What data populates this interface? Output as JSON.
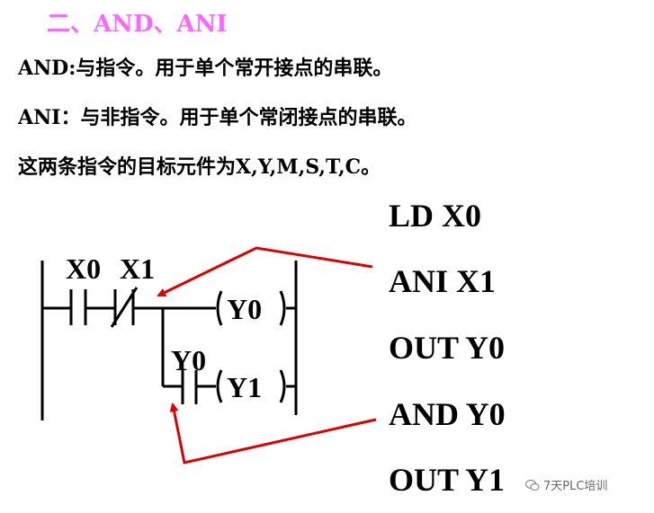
{
  "heading": "二、AND、ANI",
  "lines": [
    "AND:与指令。用于单个常开接点的串联。",
    "ANI：与非指令。用于单个常闭接点的串联。",
    "这两条指令的目标元件为X,Y,M,S,T,C。"
  ],
  "instructions": [
    "LD X0",
    "ANI X1",
    "OUT Y0",
    "AND Y0",
    "OUT Y1"
  ],
  "ladder": {
    "contact_x0": "X0",
    "contact_x1": "X1",
    "contact_y0": "Y0",
    "coil_y0": "Y0",
    "coil_y1": "Y1"
  },
  "colors": {
    "heading": "#ff66ff",
    "arrow": "#dd0000"
  },
  "watermark": "7天PLC培训"
}
